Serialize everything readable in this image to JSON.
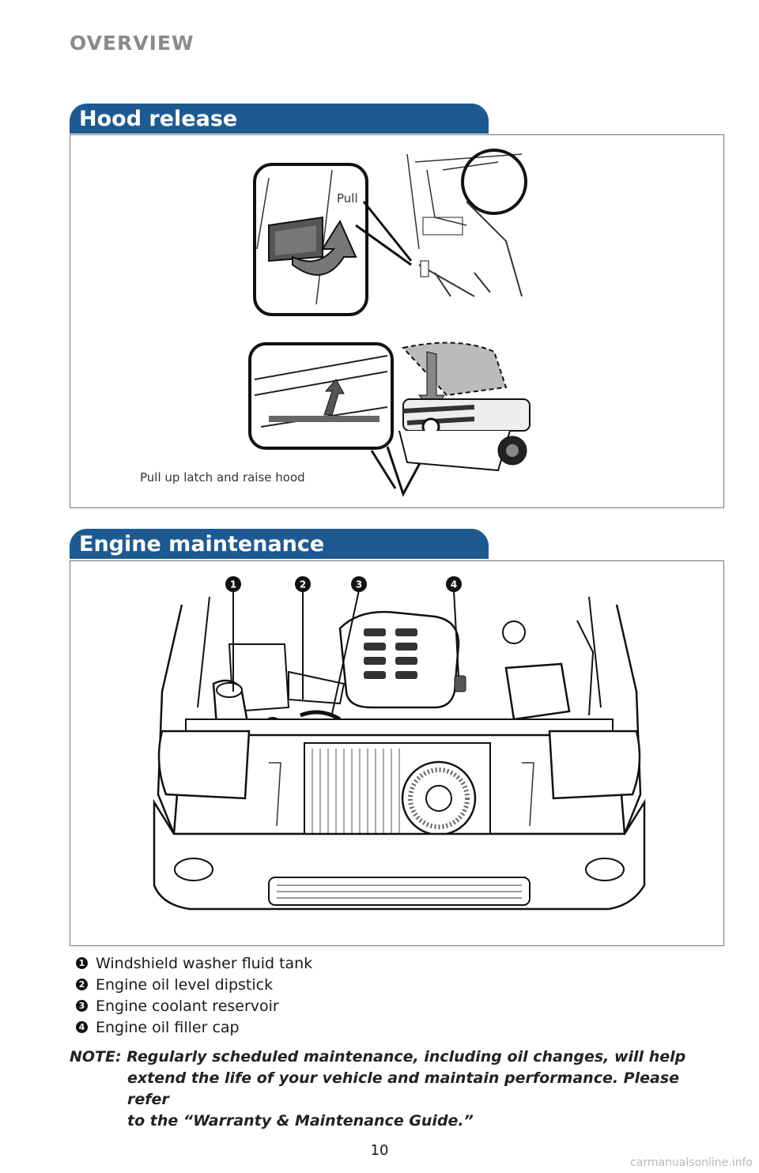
{
  "header": {
    "section": "OVERVIEW"
  },
  "hood_release": {
    "title": "Hood release",
    "pull_label": "Pull",
    "latch_label": "Pull up latch and raise hood"
  },
  "engine_maintenance": {
    "title": "Engine maintenance",
    "callouts": [
      "1",
      "2",
      "3",
      "4"
    ],
    "items": [
      {
        "num": "1",
        "label": "Windshield washer fluid tank"
      },
      {
        "num": "2",
        "label": "Engine oil level dipstick"
      },
      {
        "num": "3",
        "label": "Engine coolant reservoir"
      },
      {
        "num": "4",
        "label": "Engine oil filler cap"
      }
    ]
  },
  "note": {
    "line1": "NOTE: Regularly scheduled maintenance, including oil changes, will help",
    "line2": "extend the life of your vehicle and maintain performance. Please refer",
    "line3": "to the “Warranty & Maintenance Guide.”"
  },
  "footer": {
    "page_number": "10",
    "watermark": "carmanualsonline.info"
  }
}
